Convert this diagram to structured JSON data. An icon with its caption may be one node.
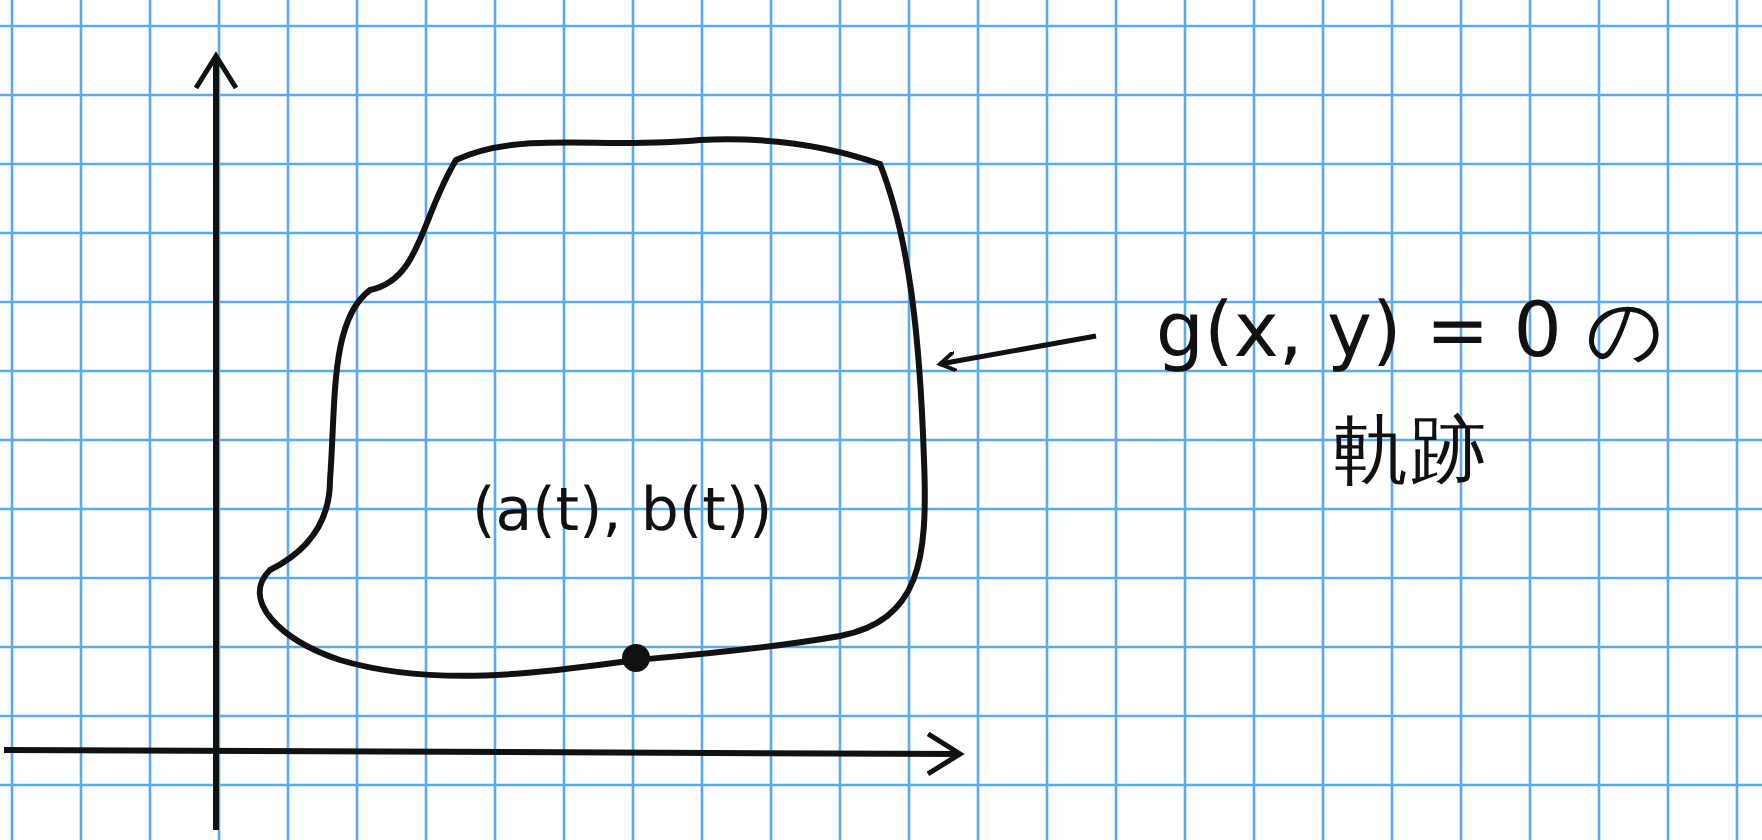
{
  "diagram": {
    "nodes": [
      {
        "text": [],
        "shape": "curve"
      },
      {
        "text": [
          "g(x, y) = 0 の軌跡"
        ]
      }
    ],
    "edges": [
      {
        "from": 1,
        "to": 0,
        "arrow": "to"
      }
    ],
    "labels": [
      "(a(t), b(t))"
    ]
  }
}
